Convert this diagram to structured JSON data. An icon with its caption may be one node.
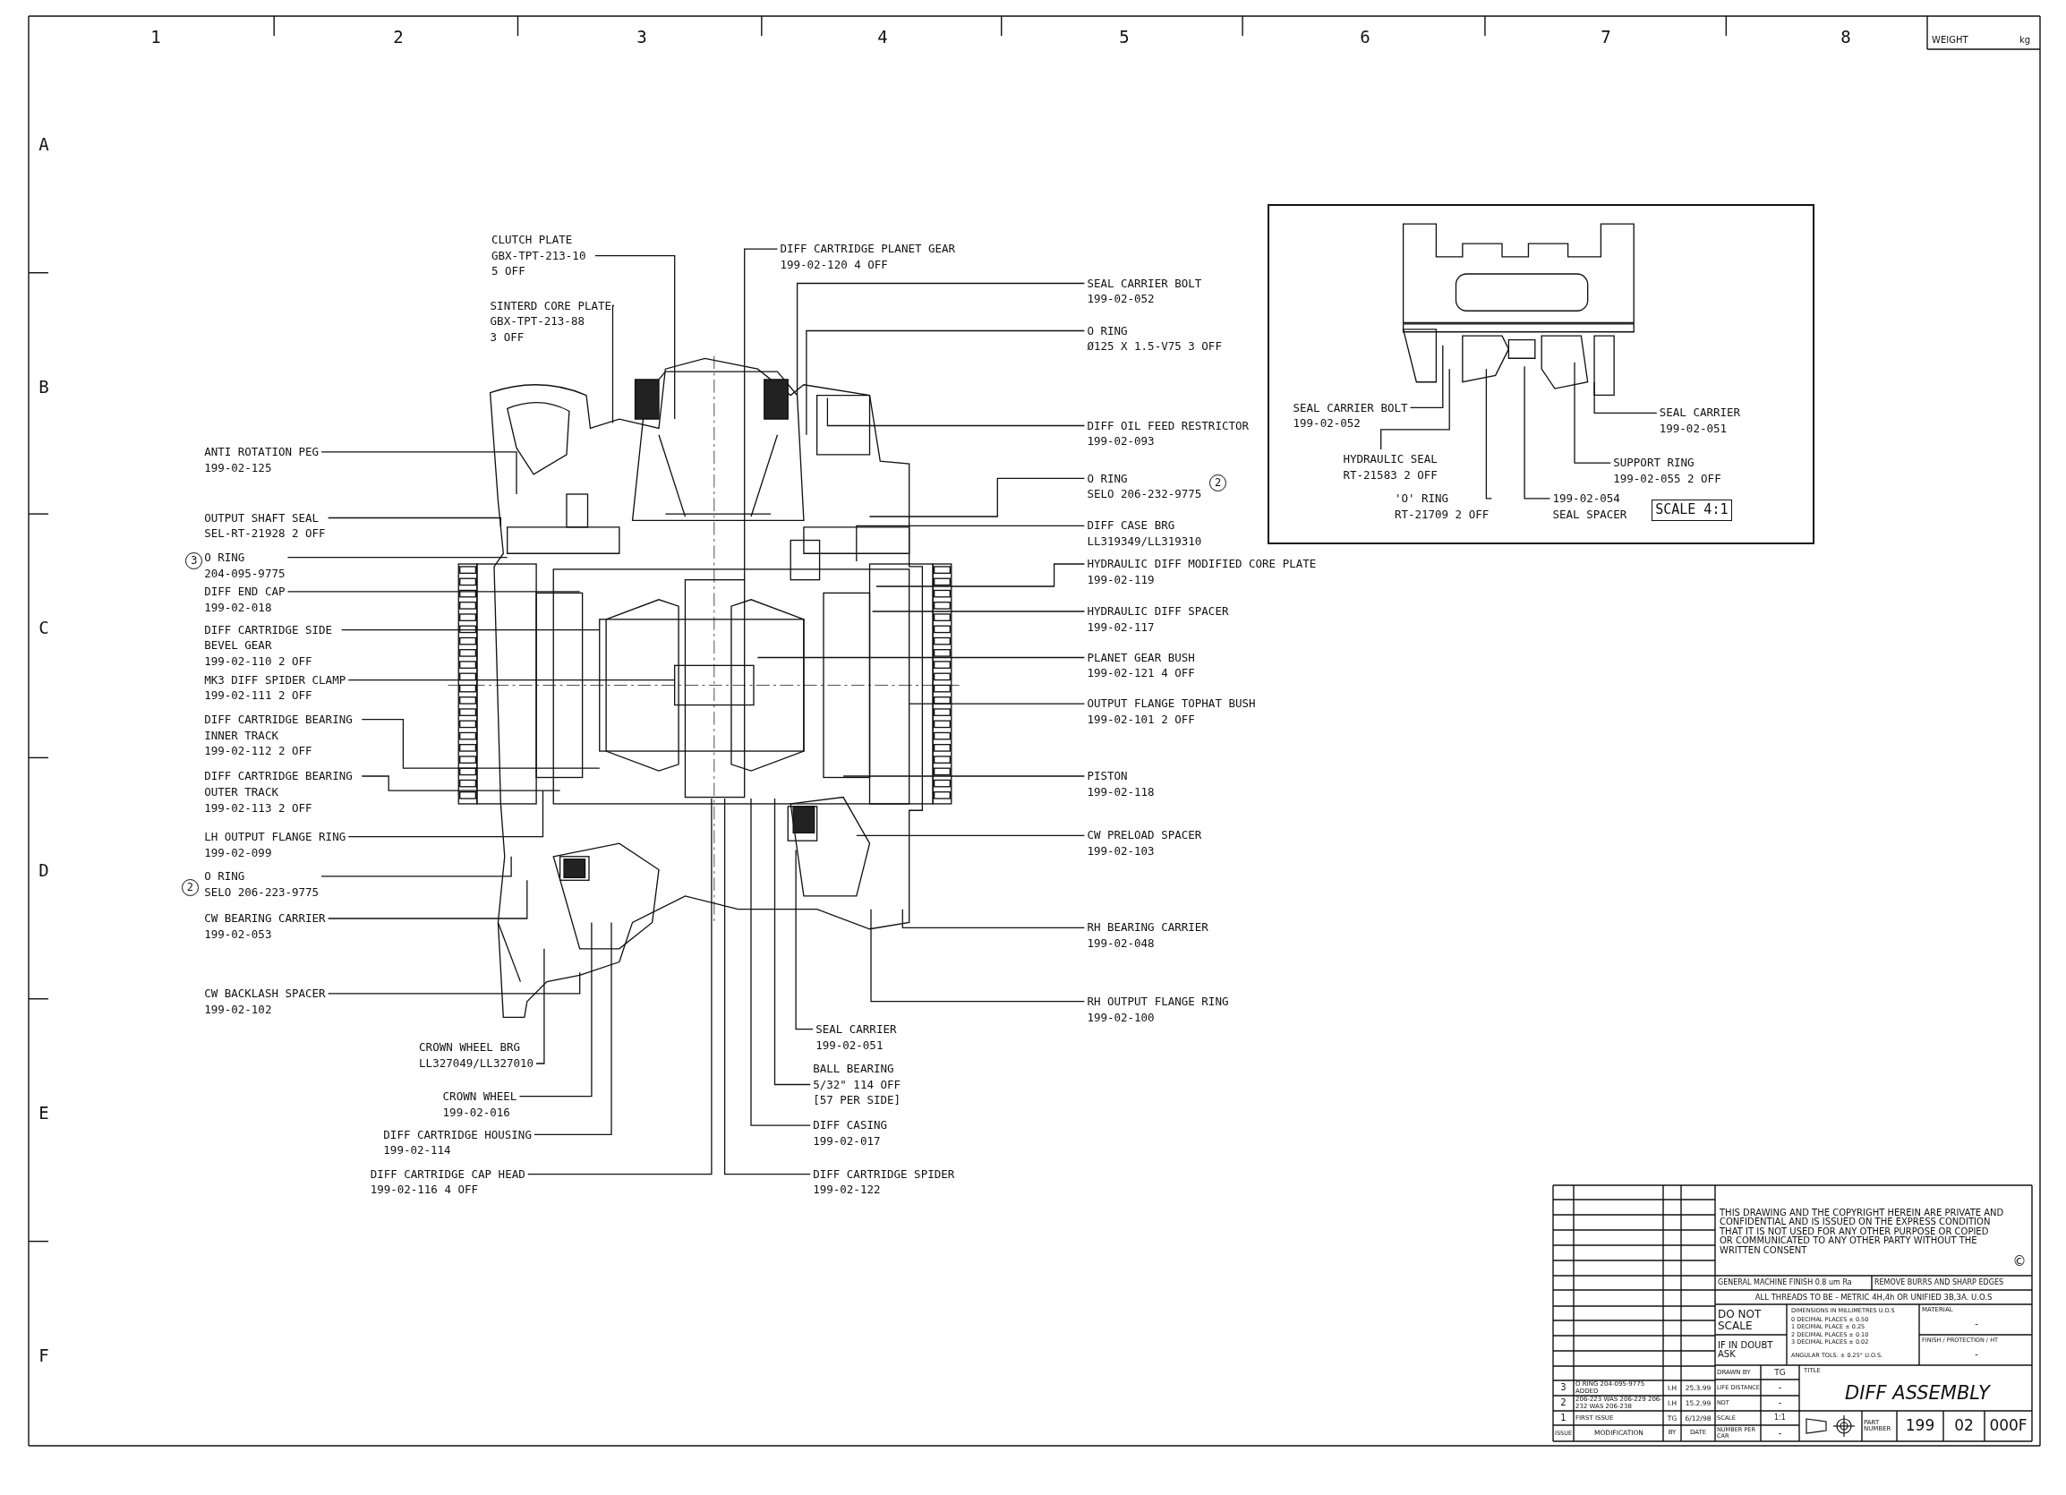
{
  "diagram": {
    "title": "DIFF ASSEMBLY",
    "nodes": [
      {
        "text": [
          "CLUTCH PLATE",
          "GBX-TPT-213-10 5 OFF"
        ]
      },
      {
        "text": [
          "SINTERD CORE PLATE",
          "GBX-TPT-213-88 3 OFF"
        ]
      },
      {
        "text": [
          "DIFF CARTRIDGE PLANET GEAR",
          "199-02-120 4 OFF"
        ]
      },
      {
        "text": [
          "SEAL CARRIER BOLT",
          "199-02-052"
        ]
      },
      {
        "text": [
          "O RING",
          "Ø125 X 1.5-V75 3 OFF"
        ]
      },
      {
        "text": [
          "DIFF OIL FEED RESTRICTOR",
          "199-02-093"
        ]
      },
      {
        "text": [
          "O RING",
          "SELO 206-232-9775"
        ],
        "beside": [
          "2"
        ]
      },
      {
        "text": [
          "DIFF CASE BRG",
          "LL319349/LL319310"
        ]
      },
      {
        "text": [
          "HYDRAULIC DIFF MODIFIED CORE PLATE",
          "199-02-119"
        ]
      },
      {
        "text": [
          "HYDRAULIC DIFF SPACER",
          "199-02-117"
        ]
      },
      {
        "text": [
          "PLANET GEAR BUSH",
          "199-02-121 4 OFF"
        ]
      },
      {
        "text": [
          "OUTPUT FLANGE TOPHAT BUSH",
          "199-02-101 2 OFF"
        ]
      },
      {
        "text": [
          "PISTON",
          "199-02-118"
        ]
      },
      {
        "text": [
          "CW PRELOAD SPACER",
          "199-02-103"
        ]
      },
      {
        "text": [
          "RH BEARING CARRIER",
          "199-02-048"
        ]
      },
      {
        "text": [
          "RH OUTPUT FLANGE RING",
          "199-02-100"
        ]
      },
      {
        "text": [
          "SEAL CARRIER",
          "199-02-051"
        ]
      },
      {
        "text": [
          "BALL BEARING",
          "5/32\" 114 OFF [57 PER SIDE]"
        ]
      },
      {
        "text": [
          "DIFF CASING",
          "199-02-017"
        ]
      },
      {
        "text": [
          "DIFF CARTRIDGE SPIDER",
          "199-02-122"
        ]
      },
      {
        "text": [
          "DIFF CARTRIDGE CAP HEAD",
          "199-02-116 4 OFF"
        ]
      },
      {
        "text": [
          "DIFF CARTRIDGE HOUSING",
          "199-02-114"
        ]
      },
      {
        "text": [
          "CROWN WHEEL",
          "199-02-016"
        ]
      },
      {
        "text": [
          "CROWN WHEEL BRG",
          "LL327049/LL327010"
        ]
      },
      {
        "text": [
          "CW BACKLASH SPACER",
          "199-02-102"
        ]
      },
      {
        "text": [
          "CW BEARING CARRIER",
          "199-02-053"
        ]
      },
      {
        "text": [
          "O RING",
          "SELO 206-223-9775"
        ],
        "beside": [
          "2"
        ]
      },
      {
        "text": [
          "LH OUTPUT FLANGE RING",
          "199-02-099"
        ]
      },
      {
        "text": [
          "DIFF CARTRIDGE BEARING OUTER TRACK",
          "199-02-113 2 OFF"
        ]
      },
      {
        "text": [
          "DIFF CARTRIDGE BEARING INNER TRACK",
          "199-02-112 2 OFF"
        ]
      },
      {
        "text": [
          "MK3 DIFF SPIDER CLAMP",
          "199-02-111 2 OFF"
        ]
      },
      {
        "text": [
          "DIFF CARTRIDGE SIDE BEVEL GEAR",
          "199-02-110 2 OFF"
        ]
      },
      {
        "text": [
          "DIFF END CAP",
          "199-02-018"
        ]
      },
      {
        "text": [
          "O RING",
          "204-095-9775"
        ],
        "beside": [
          "3"
        ]
      },
      {
        "text": [
          "OUTPUT SHAFT SEAL",
          "SEL-RT-21928 2 OFF"
        ]
      },
      {
        "text": [
          "ANTI ROTATION PEG",
          "199-02-125"
        ]
      },
      {
        "text": [],
        "shape": "box"
      },
      {
        "text": [
          "SEAL CARRIER BOLT",
          "199-02-052"
        ],
        "in": 36
      },
      {
        "text": [
          "HYDRAULIC SEAL",
          "RT-21583 2 OFF"
        ],
        "in": 36
      },
      {
        "text": [
          "'O' RING",
          "RT-21709 2 OFF"
        ],
        "in": 36
      },
      {
        "text": [
          "199-02-054",
          "SEAL SPACER"
        ],
        "in": 36
      },
      {
        "text": [
          "SUPPORT RING",
          "199-02-055 2 OFF"
        ],
        "in": 36
      },
      {
        "text": [
          "SEAL CARRIER",
          "199-02-051"
        ],
        "in": 36
      },
      {
        "text": [
          "SCALE 4:1"
        ],
        "in": 36
      }
    ],
    "edges": [
      {
        "from": 0,
        "to": null,
        "arrow": "none"
      },
      {
        "from": 1,
        "to": null,
        "arrow": "none"
      },
      {
        "from": 2,
        "to": null,
        "arrow": "none"
      },
      {
        "from": 3,
        "to": null,
        "arrow": "none"
      },
      {
        "from": 4,
        "to": null,
        "arrow": "none"
      },
      {
        "from": 5,
        "to": null,
        "arrow": "none"
      },
      {
        "from": 6,
        "to": null,
        "arrow": "none"
      },
      {
        "from": 7,
        "to": null,
        "arrow": "none"
      },
      {
        "from": 8,
        "to": null,
        "arrow": "none"
      },
      {
        "from": 9,
        "to": null,
        "arrow": "none"
      },
      {
        "from": 10,
        "to": null,
        "arrow": "none"
      },
      {
        "from": 11,
        "to": null,
        "arrow": "none"
      },
      {
        "from": 12,
        "to": null,
        "arrow": "none"
      },
      {
        "from": 13,
        "to": null,
        "arrow": "none"
      },
      {
        "from": 14,
        "to": null,
        "arrow": "none"
      },
      {
        "from": 15,
        "to": null,
        "arrow": "none"
      },
      {
        "from": 16,
        "to": null,
        "arrow": "none"
      },
      {
        "from": 17,
        "to": null,
        "arrow": "none"
      },
      {
        "from": 18,
        "to": null,
        "arrow": "none"
      },
      {
        "from": 19,
        "to": null,
        "arrow": "none"
      },
      {
        "from": 20,
        "to": null,
        "arrow": "none"
      },
      {
        "from": 21,
        "to": null,
        "arrow": "none"
      },
      {
        "from": 22,
        "to": null,
        "arrow": "none"
      },
      {
        "from": 23,
        "to": null,
        "arrow": "none"
      },
      {
        "from": 24,
        "to": null,
        "arrow": "none"
      },
      {
        "from": 25,
        "to": null,
        "arrow": "none"
      },
      {
        "from": 26,
        "to": null,
        "arrow": "none"
      },
      {
        "from": 27,
        "to": null,
        "arrow": "none"
      },
      {
        "from": 28,
        "to": null,
        "arrow": "none"
      },
      {
        "from": 29,
        "to": null,
        "arrow": "none"
      },
      {
        "from": 30,
        "to": null,
        "arrow": "none"
      },
      {
        "from": 31,
        "to": null,
        "arrow": "none"
      },
      {
        "from": 32,
        "to": null,
        "arrow": "none"
      },
      {
        "from": 33,
        "to": null,
        "arrow": "none"
      },
      {
        "from": 34,
        "to": null,
        "arrow": "none"
      },
      {
        "from": 35,
        "to": null,
        "arrow": "none"
      },
      {
        "from": 37,
        "to": null,
        "arrow": "none"
      },
      {
        "from": 38,
        "to": null,
        "arrow": "none"
      },
      {
        "from": 39,
        "to": null,
        "arrow": "none"
      },
      {
        "from": 40,
        "to": null,
        "arrow": "none"
      },
      {
        "from": 41,
        "to": null,
        "arrow": "none"
      },
      {
        "from": 42,
        "to": null,
        "arrow": "none"
      }
    ],
    "labels": [
      "1",
      "2",
      "3",
      "4",
      "5",
      "6",
      "7",
      "8",
      "WEIGHT",
      "kg",
      "A",
      "B",
      "C",
      "D",
      "E",
      "F",
      "THIS DRAWING AND THE COPYRIGHT HEREIN ARE PRIVATE AND CONFIDENTIAL AND IS ISSUED ON THE EXPRESS CONDITION THAT IT IS NOT USED FOR ANY OTHER PURPOSE OR COPIED OR COMMUNICATED TO ANY OTHER PARTY WITHOUT THE WRITTEN CONSENT",
      "©",
      "GENERAL MACHINE FINISH 0.8 um Ra",
      "REMOVE BURRS AND SHARP EDGES",
      "ALL THREADS TO BE - METRIC 4H,4h OR UNIFIED 3B,3A. U.O.S",
      "DO NOT SCALE",
      "DIMENSIONS IN MILLIMETRES U.O.S",
      "0 DECIMAL PLACES ± 0.50",
      "1 DECIMAL PLACE ± 0.25",
      "2 DECIMAL PLACES ± 0.10",
      "3 DECIMAL PLACES ± 0.02",
      "ANGULAR TOLS. ± 0.25° U.O.S.",
      "MATERIAL",
      "-",
      "IF IN DOUBT ASK",
      "FINISH / PROTECTION / HT",
      "-",
      "DRAWN BY",
      "TG",
      "TITLE",
      "3",
      "O RING 204-095-9775 ADDED",
      "I.H",
      "25.3.99",
      "LIFE DISTANCE",
      "-",
      "2",
      "206-223 WAS 206-229 206-232 WAS 206-238",
      "I.H",
      "15.2.99",
      "NDT",
      "-",
      "1",
      "FIRST ISSUE",
      "TG",
      "6/12/98",
      "SCALE",
      "1:1",
      "PART NUMBER",
      "199",
      "02",
      "000F",
      "ISSUE",
      "MODIFICATION",
      "BY",
      "DATE",
      "NUMBER PER CAR",
      "-"
    ]
  }
}
